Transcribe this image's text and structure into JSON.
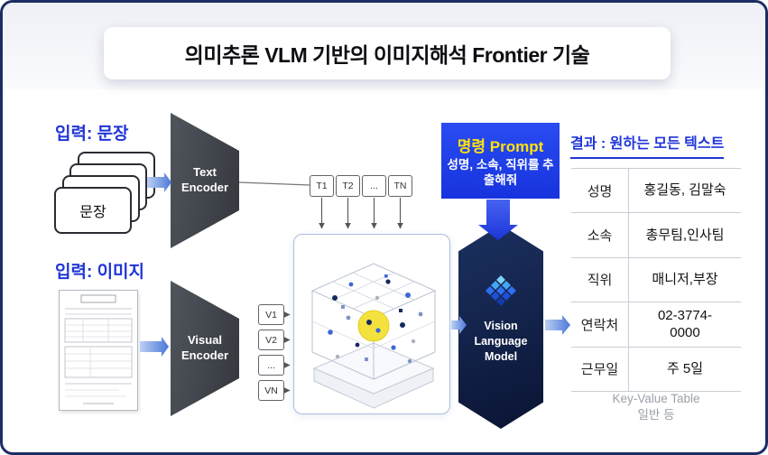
{
  "title": "의미추론 VLM 기반의 이미지해석 Frontier 기술",
  "text_input": {
    "label": "입력: 문장",
    "doc_label": "문장"
  },
  "image_input": {
    "label": "입력: 이미지"
  },
  "encoders": {
    "text": "Text Encoder",
    "visual": "Visual Encoder"
  },
  "text_tokens": [
    "T1",
    "T2",
    "...",
    "TN"
  ],
  "visual_tokens": [
    "V1",
    "V2",
    "...",
    "VN"
  ],
  "prompt": {
    "title": "명령 Prompt",
    "body": "성명, 소속, 직위를 추출해줘"
  },
  "vlm": {
    "label": "Vision Language Model"
  },
  "result": {
    "heading": "결과 : 원하는 모든 텍스트",
    "rows": [
      {
        "key": "성명",
        "value": "홍길동, 김말숙"
      },
      {
        "key": "소속",
        "value": "총무팀,인사팀"
      },
      {
        "key": "직위",
        "value": "매니저,부장"
      },
      {
        "key": "연락처",
        "value": "02-3774-\n0000"
      },
      {
        "key": "근무일",
        "value": "주 5일"
      }
    ],
    "caption": "Key-Value Table",
    "caption2": "일반 등"
  },
  "colors": {
    "accent_blue": "#1f35d8",
    "prompt_bg": "#1d3fee",
    "prompt_title": "#ffe20a",
    "encoder_bg": "#3c4046",
    "vlm_bg": "#0c1a3a",
    "border_navy": "#1c2d63",
    "arrow_blue": "#4a77d9",
    "highlight_yellow": "#f3e23e"
  }
}
